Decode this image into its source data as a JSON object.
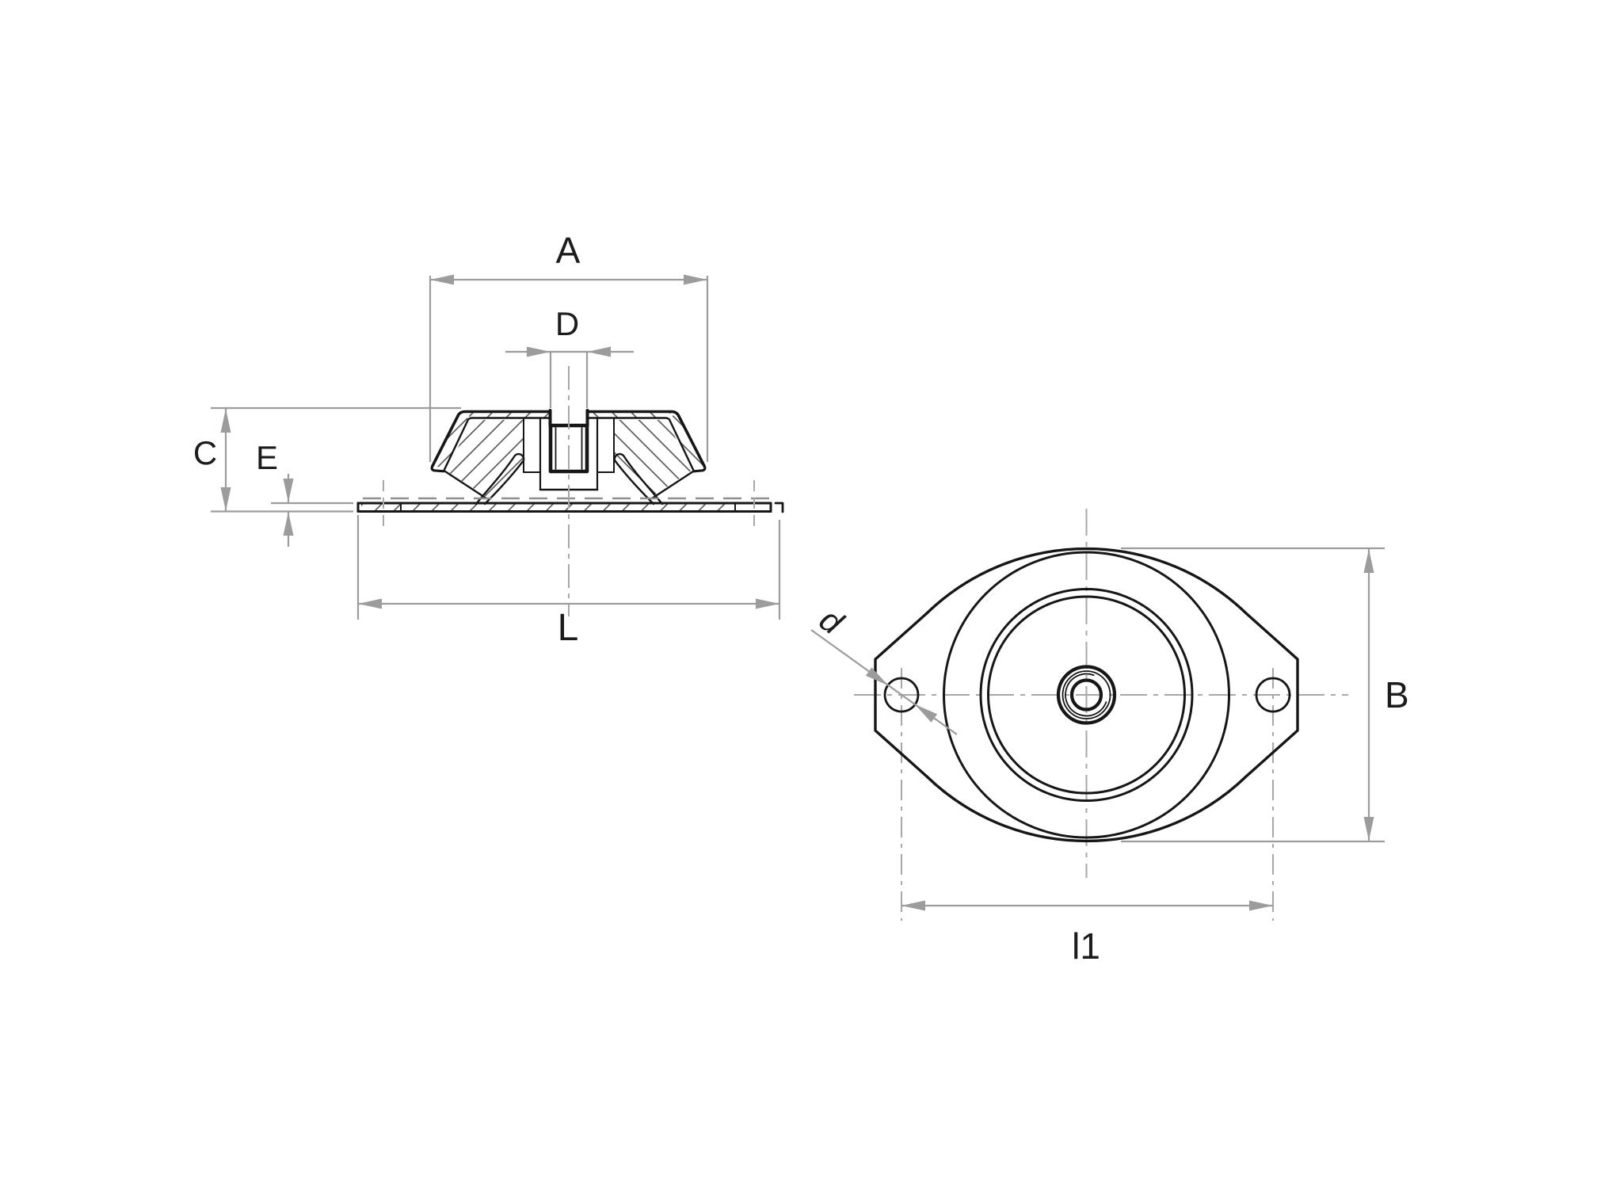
{
  "drawing": {
    "background": "#ffffff",
    "colors": {
      "part": "#161616",
      "dimension": "#9c9c9c",
      "centerline": "#a8a8a8",
      "hidden": "#8f8f8f",
      "hatch": "#474747",
      "text": "#1c1c1c"
    },
    "side_view": {
      "title": "sectioned side view of rubber-metal mount",
      "labels": {
        "A": "A",
        "D": "D",
        "C": "C",
        "E": "E",
        "L": "L"
      }
    },
    "top_view": {
      "title": "top view of mount with two bolt tabs",
      "labels": {
        "d": "d",
        "B": "B",
        "l1": "l1"
      }
    }
  }
}
